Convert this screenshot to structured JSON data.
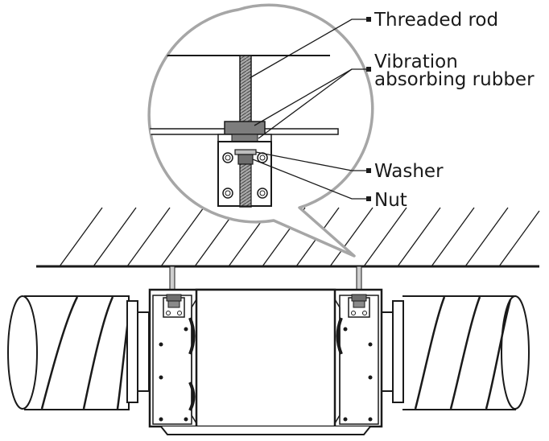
{
  "labels": {
    "threaded_rod": "Threaded rod",
    "vibration_line1": "Vibration",
    "vibration_line2": "absorbing rubber",
    "washer": "Washer",
    "nut": "Nut"
  },
  "colors": {
    "stroke": "#1a1a1a",
    "magnifier_outline": "#a6a6a6",
    "rod_fill": "#9a9a9a",
    "rubber_fill": "#7d7d7d",
    "bracket_fill": "#ffffff",
    "box_fill": "#ffffff",
    "duct_fill": "#ffffff"
  },
  "icons": {
    "hatch": "ceiling-hatch",
    "magnifier": "detail-magnifier-callout"
  }
}
